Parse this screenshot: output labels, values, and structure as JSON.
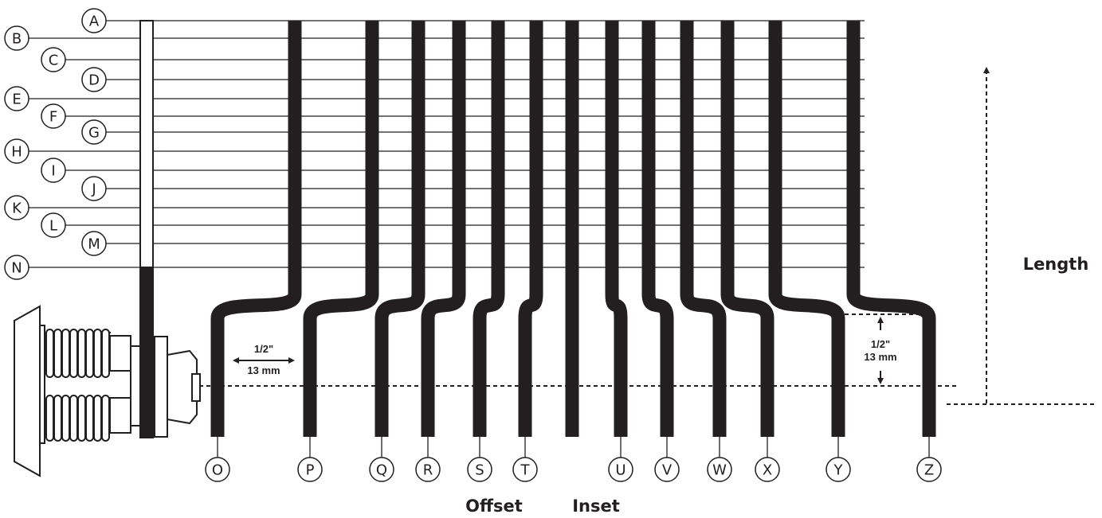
{
  "colors": {
    "ink": "#231f20",
    "background": "#ffffff"
  },
  "length_labels": [
    "A",
    "B",
    "C",
    "D",
    "E",
    "F",
    "G",
    "H",
    "I",
    "J",
    "K",
    "L",
    "M",
    "N"
  ],
  "cam_labels": [
    "O",
    "P",
    "Q",
    "R",
    "S",
    "T",
    "U",
    "V",
    "W",
    "X",
    "Y",
    "Z"
  ],
  "dimensions": {
    "horizontal_inch": "1/2\"",
    "horizontal_mm": "13 mm",
    "vertical_inch": "1/2\"",
    "vertical_mm": "13 mm"
  },
  "captions": {
    "offset": "Offset",
    "inset": "Inset",
    "length": "Length"
  },
  "icons": {
    "lock": "cam-lock-body-icon",
    "arrow": "dimension-arrow-icon"
  }
}
